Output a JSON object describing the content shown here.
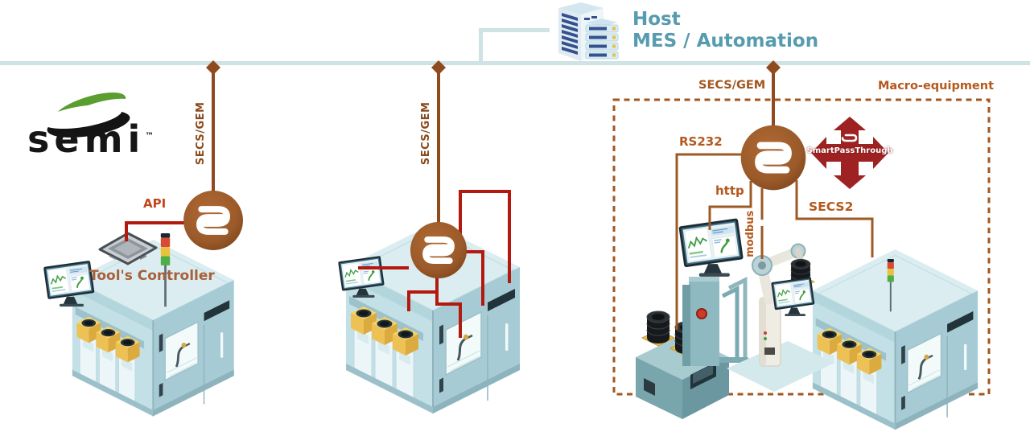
{
  "host": {
    "title": "Host",
    "subtitle": "MES / Automation"
  },
  "semi": {
    "wordmark": "semi",
    "tm": "™"
  },
  "tool1": {
    "protocol": "SECS/GEM",
    "api": "API",
    "controller": "Tool's Controller"
  },
  "tool2": {
    "protocol": "SECS/GEM"
  },
  "macro": {
    "protocol": "SECS/GEM",
    "title": "Macro-equipment",
    "rs232": "RS232",
    "http": "http",
    "modbus": "modbus",
    "secs2": "SECS2",
    "passthrough": "SmartPassThrough"
  },
  "colors": {
    "bus_line": "#cfe2e4",
    "host_text": "#569bae",
    "brown_line": "#8f4a1e",
    "label_orange": "#b4591d",
    "red_wire": "#b2190f",
    "s_circle": "#9b5a2a",
    "passthrough_red": "#9e2222",
    "semi_green": "#5a9e2f",
    "dashed_border": "#a3561f"
  }
}
